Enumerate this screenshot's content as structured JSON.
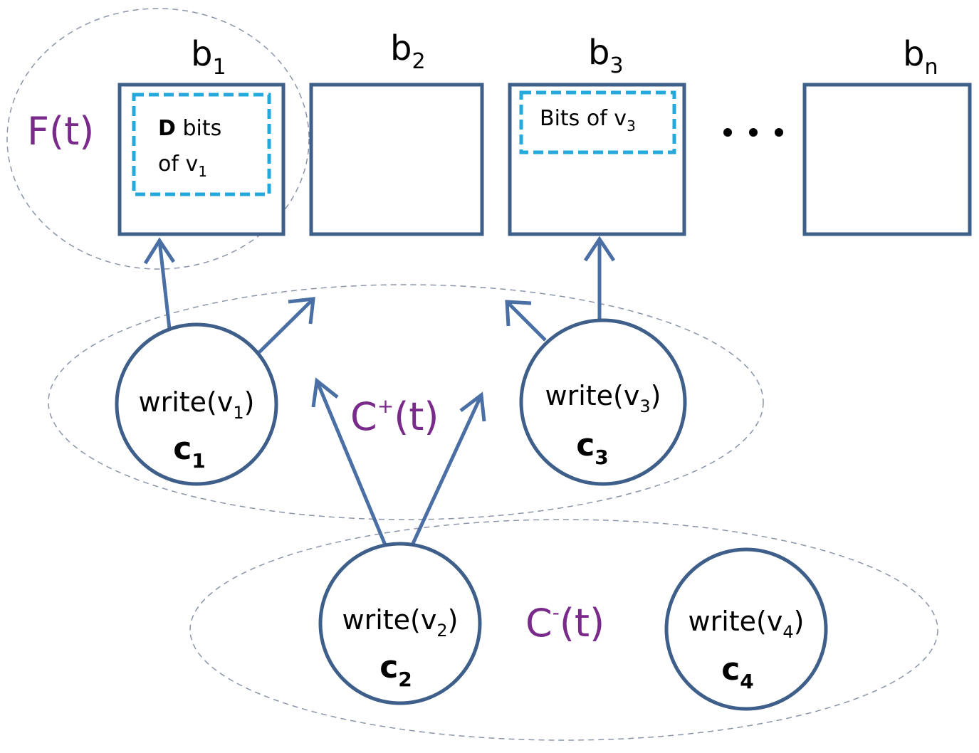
{
  "blocks": [
    {
      "id": "b1",
      "base": "b",
      "sub": "1"
    },
    {
      "id": "b2",
      "base": "b",
      "sub": "2"
    },
    {
      "id": "b3",
      "base": "b",
      "sub": "3"
    },
    {
      "id": "bn",
      "base": "b",
      "sub": "n"
    }
  ],
  "block1_inner": {
    "line1_bold": "D",
    "line1_rest": " bits",
    "line2": "of v",
    "line2_sub": "1"
  },
  "block3_inner": {
    "text": "Bits of v",
    "sub": "3"
  },
  "ellipsis": "…",
  "sets": {
    "F": {
      "text": "F(t)"
    },
    "C_plus": {
      "base": "C",
      "sup": "+",
      "rest": "(t)"
    },
    "C_minus": {
      "base": "C",
      "sup": "-",
      "rest": "(t)"
    }
  },
  "clients": [
    {
      "id": "c1",
      "op": "write(v",
      "op_sub": "1",
      "op_end": ")",
      "name": "c",
      "name_sub": "1"
    },
    {
      "id": "c2",
      "op": "write(v",
      "op_sub": "2",
      "op_end": ")",
      "name": "c",
      "name_sub": "2"
    },
    {
      "id": "c3",
      "op": "write(v",
      "op_sub": "3",
      "op_end": ")",
      "name": "c",
      "name_sub": "3"
    },
    {
      "id": "c4",
      "op": "write(v",
      "op_sub": "4",
      "op_end": ")",
      "name": "c",
      "name_sub": "4"
    }
  ],
  "colors": {
    "block_stroke": "#3e5f8a",
    "inner_dashed": "#25a8dc",
    "set_label": "#7a2a8a",
    "arrow": "#4a6fa5"
  }
}
